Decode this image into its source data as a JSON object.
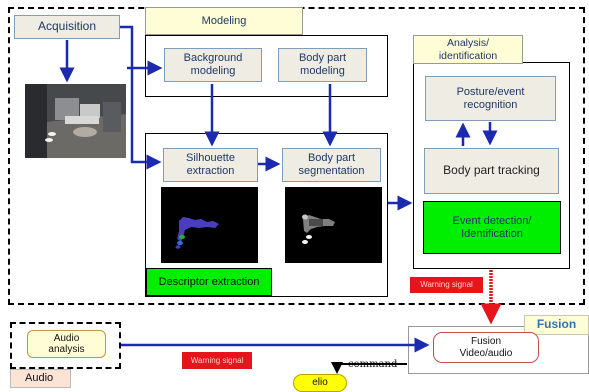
{
  "blocks": {
    "acquisition": "Acquisition",
    "modeling_title": "Modeling",
    "background_modeling": "Background\nmodeling",
    "body_part_modeling": "Body part\nmodeling",
    "silhouette_extraction": "Silhouette\nextraction",
    "body_part_segmentation": "Body part\nsegmentation",
    "descriptor_extraction": "Descriptor extraction",
    "analysis_title": "Analysis/\nidentification",
    "posture_event": "Posture/event\nrecognition",
    "body_part_tracking": "Body part tracking",
    "event_detection": "Event detection/\nIdentification",
    "warning_signal_right": "Warning signal",
    "warning_signal_bottom": "Warning signal",
    "audio_analysis": "Audio\nanalysis",
    "audio_label": "Audio",
    "fusion_title": "Fusion",
    "fusion_box": "Fusion\nVideo/audio",
    "command": "command",
    "elio": "elio"
  },
  "colors": {
    "arrow": "#1c2ab0",
    "green": "#00ee00",
    "red": "#e6141b",
    "yellow": "#ffff00",
    "fusion_text": "#2e75b6"
  }
}
